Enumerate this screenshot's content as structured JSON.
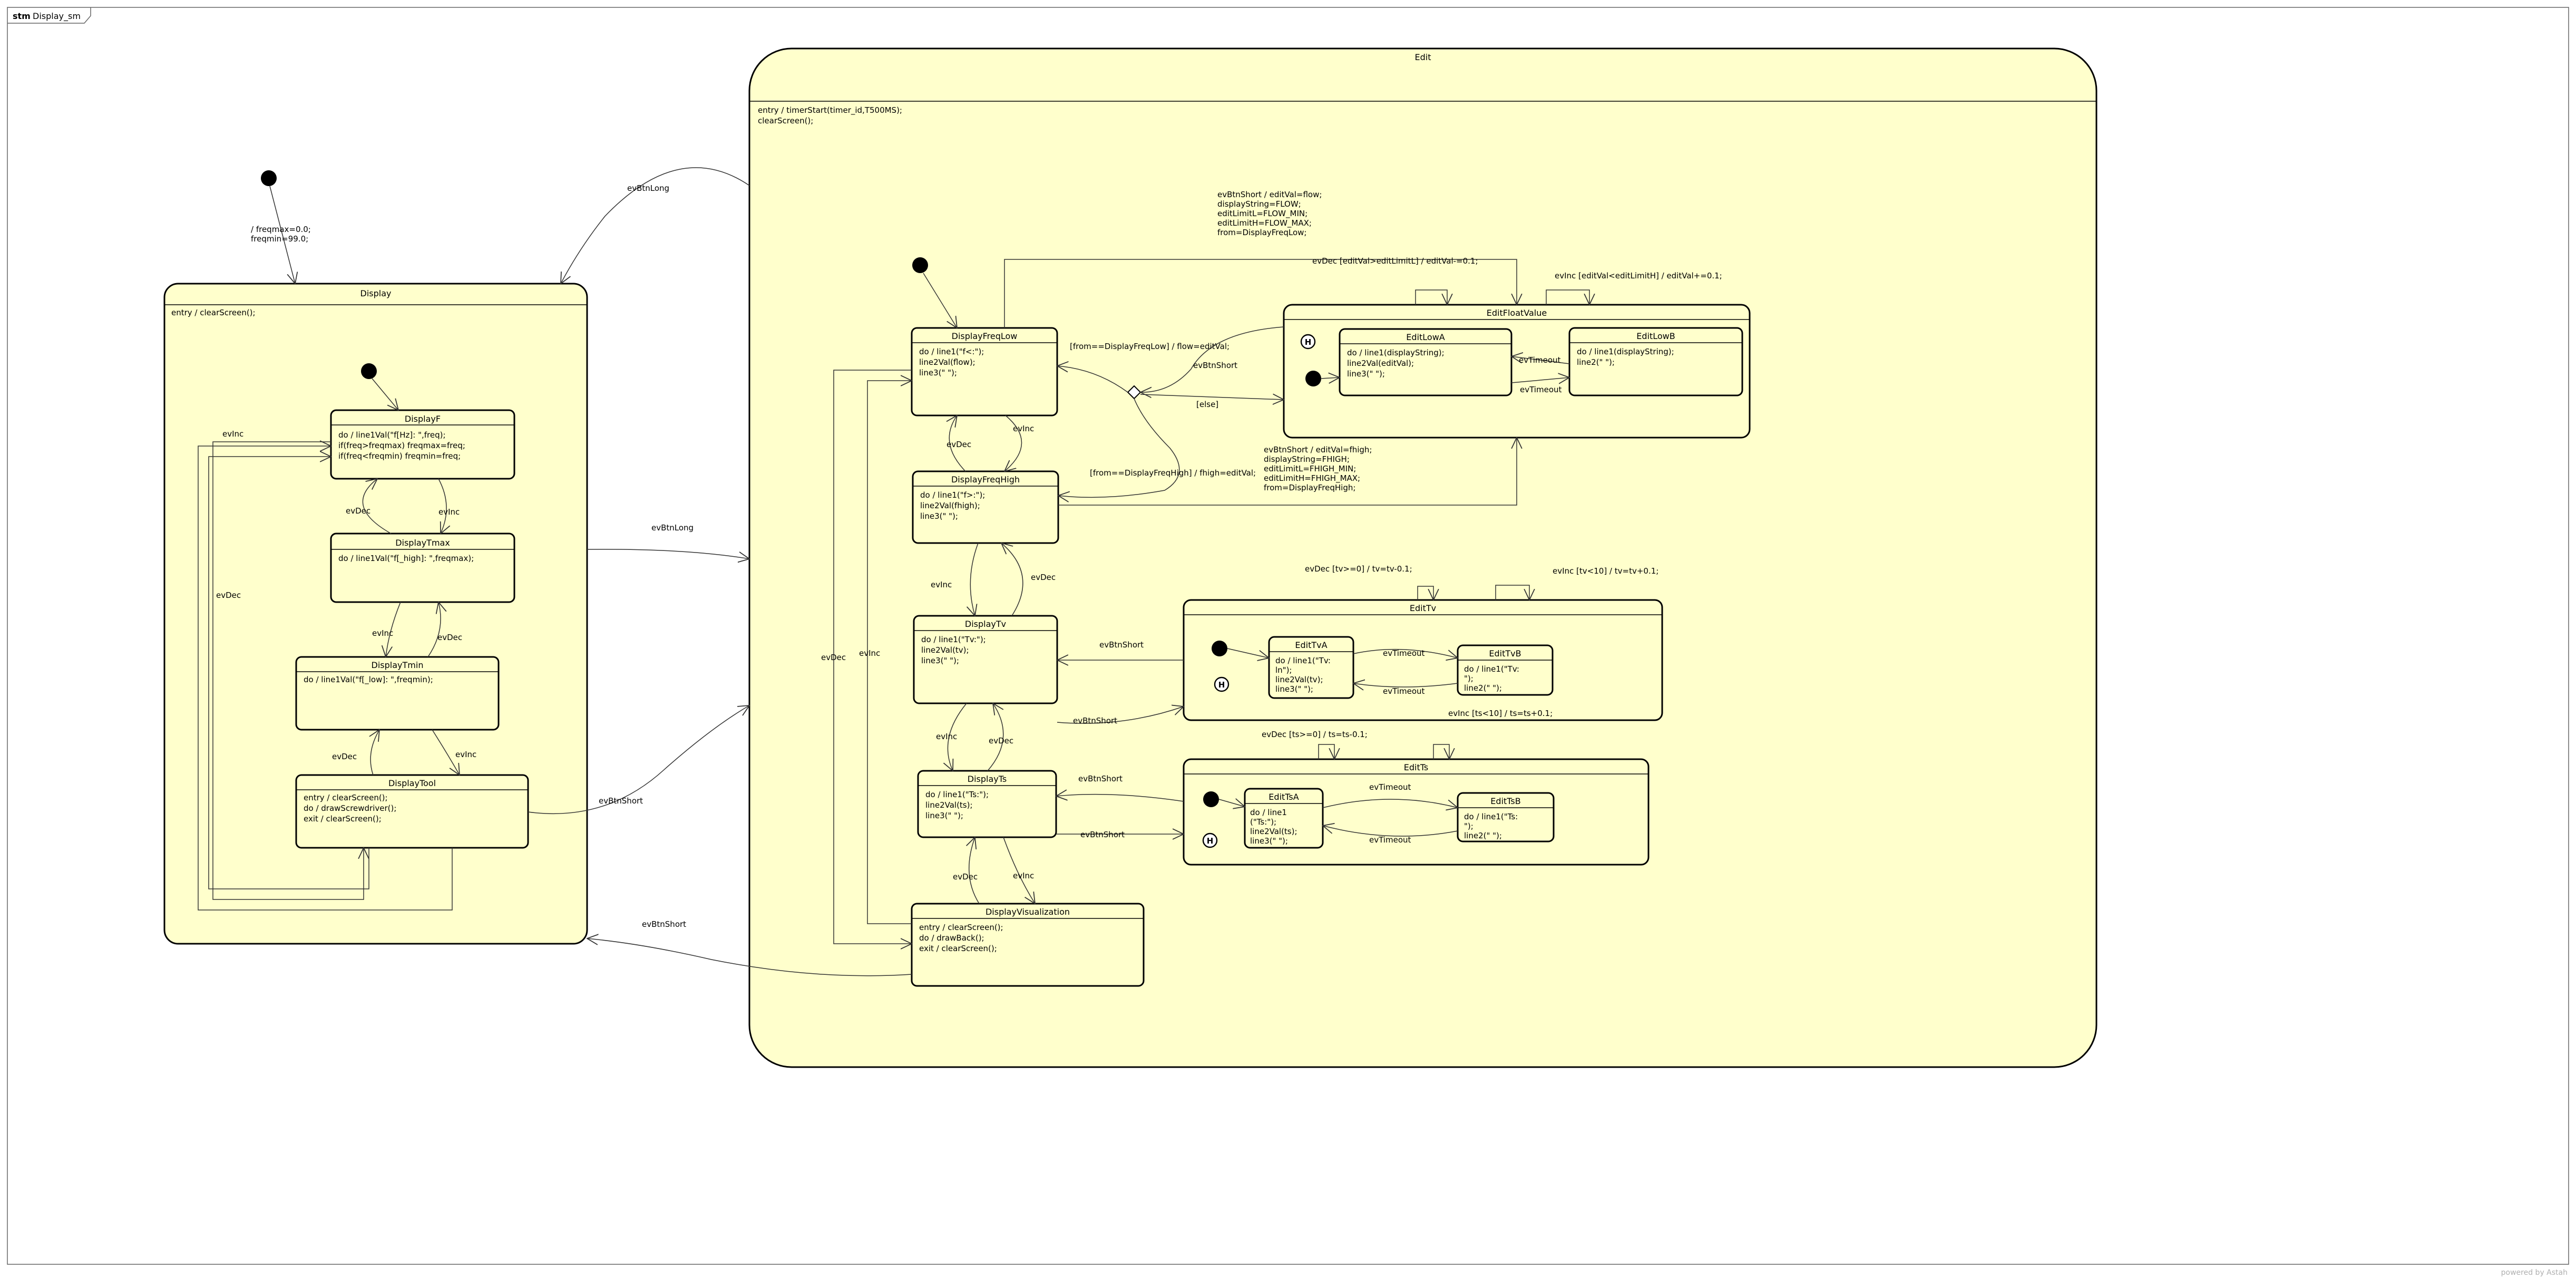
{
  "diagram": {
    "frame": {
      "keyword": "stm",
      "name": "Display_sm"
    },
    "watermark": "powered by Astah",
    "states": {
      "display": {
        "name": "Display",
        "body": [
          "entry / clearScreen();"
        ]
      },
      "displayF": {
        "name": "DisplayF",
        "body": [
          "do / line1Val(\"f[Hz]: \",freq);",
          "if(freq>freqmax) freqmax=freq;",
          "if(freq<freqmin) freqmin=freq;"
        ]
      },
      "displayTmax": {
        "name": "DisplayTmax",
        "body": [
          "do / line1Val(\"f[_high]: \",freqmax);"
        ]
      },
      "displayTmin": {
        "name": "DisplayTmin",
        "body": [
          "do / line1Val(\"f[_low]: \",freqmin);"
        ]
      },
      "displayTool": {
        "name": "DisplayTool",
        "body": [
          "entry / clearScreen();",
          "do / drawScrewdriver();",
          "exit / clearScreen();"
        ]
      },
      "edit": {
        "name": "Edit",
        "body": [
          "entry / timerStart(timer_id,T500MS);",
          "clearScreen();"
        ]
      },
      "displayFreqLow": {
        "name": "DisplayFreqLow",
        "body": [
          "do / line1(\"f<:\");",
          "line2Val(flow);",
          "line3(\"    \");"
        ]
      },
      "displayFreqHigh": {
        "name": "DisplayFreqHigh",
        "body": [
          "do / line1(\"f>:\");",
          "line2Val(fhigh);",
          "line3(\"    \");"
        ]
      },
      "displayTv": {
        "name": "DisplayTv",
        "body": [
          "do / line1(\"Tv:\");",
          "line2Val(tv);",
          "line3(\"    \");"
        ]
      },
      "displayTs": {
        "name": "DisplayTs",
        "body": [
          "do / line1(\"Ts:\");",
          "line2Val(ts);",
          "line3(\"    \");"
        ]
      },
      "displayVisualization": {
        "name": "DisplayVisualization",
        "body": [
          "entry / clearScreen();",
          "do / drawBack();",
          "exit / clearScreen();"
        ]
      },
      "editFloatValue": {
        "name": "EditFloatValue"
      },
      "editLowA": {
        "name": "EditLowA",
        "body": [
          "do / line1(displayString);",
          "line2Val(editVal);",
          "line3(\"    \");"
        ]
      },
      "editLowB": {
        "name": "EditLowB",
        "body": [
          "do / line1(displayString);",
          "line2(\"               \");"
        ]
      },
      "editTv": {
        "name": "EditTv"
      },
      "editTvA": {
        "name": "EditTvA",
        "body": [
          "do / line1(\"Tv:",
          "ln\");",
          "line2Val(tv);",
          "line3(\"   \");"
        ]
      },
      "editTvB": {
        "name": "EditTvB",
        "body": [
          "do / line1(\"Tv:",
          "\");",
          "line2(\"              \");"
        ]
      },
      "editTs": {
        "name": "EditTs"
      },
      "editTsA": {
        "name": "EditTsA",
        "body": [
          "do / line1",
          "(\"Ts:\");",
          "line2Val(ts);",
          "line3(\"   \");"
        ]
      },
      "editTsB": {
        "name": "EditTsB",
        "body": [
          "do / line1(\"Ts:",
          "\");",
          "line2(\"              \");"
        ]
      }
    },
    "history": "H",
    "labels": {
      "initDisplay": [
        "/     freqmax=0.0;",
        "freqmin=99.0;"
      ],
      "evInc": "evInc",
      "evDec": "evDec",
      "evBtnLong": "evBtnLong",
      "evBtnShort": "evBtnShort",
      "evTimeout": "evTimeout",
      "else": "[else]",
      "toLowChoice": "[from==DisplayFreqLow] / flow=editVal;",
      "toHighChoice": "[from==DisplayFreqHigh] / fhigh=editVal;",
      "lowShort": [
        "evBtnShort / editVal=flow;",
        "displayString=FLOW;",
        "editLimitL=FLOW_MIN;",
        "editLimitH=FLOW_MAX;",
        "from=DisplayFreqLow;"
      ],
      "highShort": [
        "evBtnShort / editVal=fhigh;",
        "displayString=FHIGH;",
        "editLimitL=FHIGH_MIN;",
        "editLimitH=FHIGH_MAX;",
        "from=DisplayFreqHigh;"
      ],
      "editDec": "evDec [editVal>editLimitL] / editVal-=0.1;",
      "editInc": "evInc [editVal<editLimitH] / editVal+=0.1;",
      "tvDec": "evDec [tv>=0] / tv=tv-0.1;",
      "tvInc": "evInc [tv<10] / tv=tv+0.1;",
      "tvInc2": "evInc [ts<10] / ts=ts+0.1;",
      "tsDec": "evDec [ts>=0] / ts=ts-0.1;"
    }
  }
}
